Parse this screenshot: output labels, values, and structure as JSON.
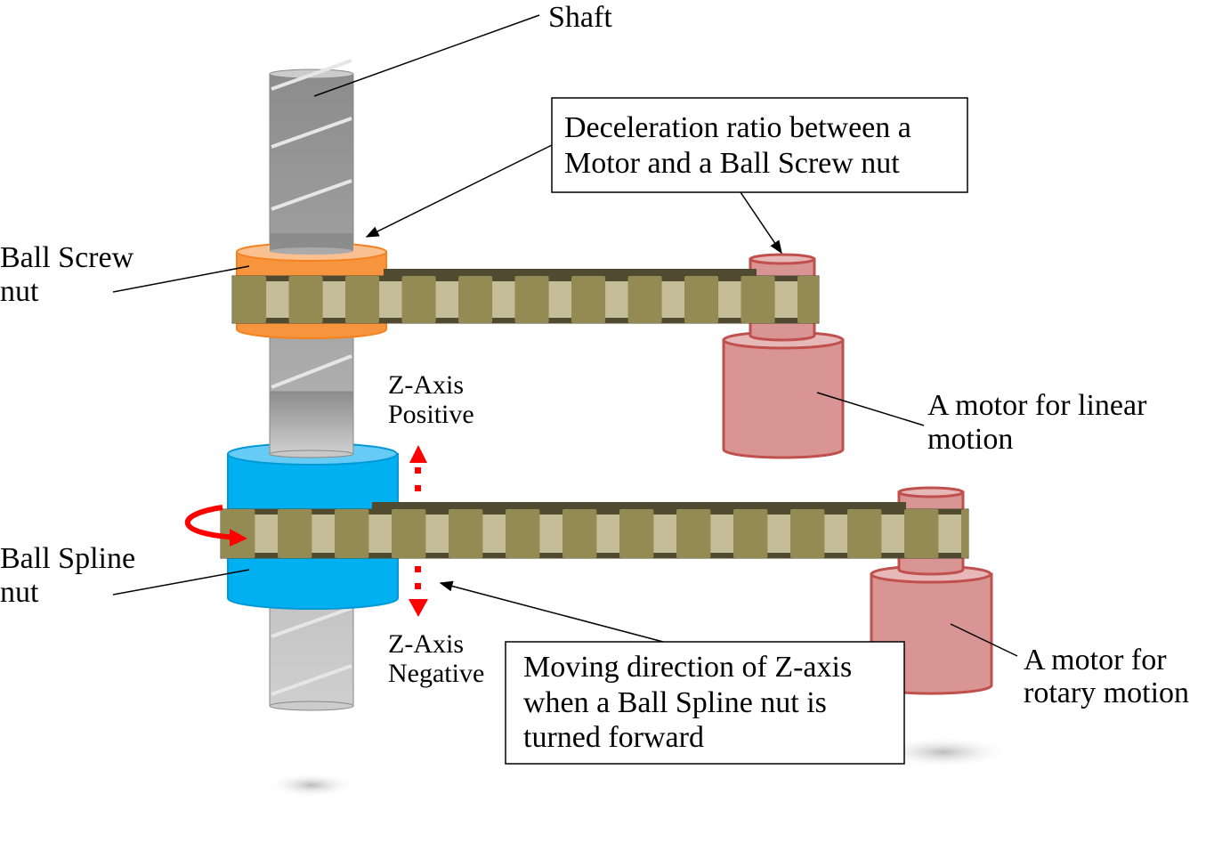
{
  "labels": {
    "shaft": "Shaft",
    "decel_line1": "Deceleration ratio between a",
    "decel_line2": "Motor and a Ball Screw nut",
    "ball_screw_line1": "Ball Screw",
    "ball_screw_line2": "nut",
    "ball_spline_line1": "Ball Spline",
    "ball_spline_line2": "nut",
    "z_pos_line1": "Z-Axis",
    "z_pos_line2": "Positive",
    "z_neg_line1": "Z-Axis",
    "z_neg_line2": "Negative",
    "linear_motor_line1": "A motor for linear",
    "linear_motor_line2": "motion",
    "rotary_motor_line1": "A motor for",
    "rotary_motor_line2": "rotary motion",
    "moving_line1": "Moving direction of Z-axis",
    "moving_line2": "when a Ball Spline nut is",
    "moving_line3": "turned forward"
  },
  "colors": {
    "ball_screw_nut": "#f7953f",
    "ball_spline_nut": "#00b0f0",
    "motor": "#d99594",
    "motor_edge": "#c0504d",
    "belt_dark": "#948a54",
    "belt_light": "#c4bd97",
    "arrow": "#ff0000"
  }
}
